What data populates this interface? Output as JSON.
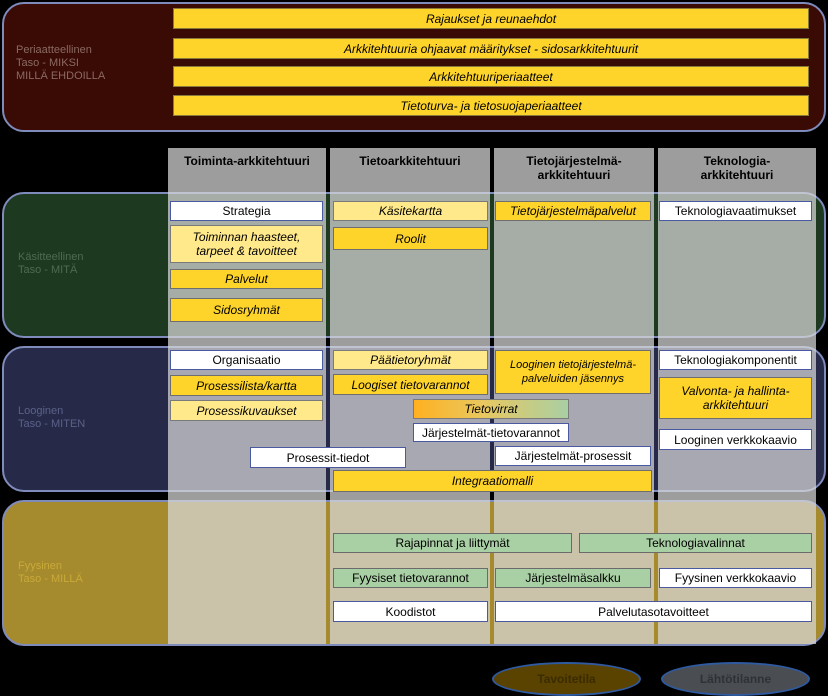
{
  "top_band": {
    "label": [
      "Periaatteellinen",
      "Taso - MIKSI",
      "MILLÄ EHDOILLA"
    ],
    "bars": [
      "Rajaukset ja reunaehdot",
      "Arkkitehtuuria ohjaavat määritykset - sidosarkkitehtuurit",
      "Arkkitehtuuriperiaatteet",
      "Tietoturva- ja tietosuojaperiaatteet"
    ]
  },
  "columns": [
    "Toiminta-arkkitehtuuri",
    "Tietoarkkitehtuuri",
    "Tietojärjestelmä-\narkkitehtuuri",
    "Teknologia-\narkkitehtuuri"
  ],
  "bands": {
    "conceptual": [
      "Käsitteellinen",
      "Taso - MITÄ"
    ],
    "logical": [
      "Looginen",
      "Taso - MITEN"
    ],
    "physical": [
      "Fyysinen",
      "Taso - MILLÄ"
    ]
  },
  "conceptual": {
    "strategia": "Strategia",
    "haasteet": "Toiminnan haasteet,\ntarpeet & tavoitteet",
    "palvelut": "Palvelut",
    "sidosryhmat": "Sidosryhmät",
    "kasitekartta": "Käsitekartta",
    "roolit": "Roolit",
    "tjpalvelut": "Tietojärjestelmäpalvelut",
    "teknovaatimukset": "Teknologiavaatimukset"
  },
  "logical": {
    "organisaatio": "Organisaatio",
    "prosessilista": "Prosessilista/kartta",
    "prosessikuvaukset": "Prosessikuvaukset",
    "paatietoryhmat": "Päätietoryhmät",
    "loogiset_tv": "Loogiset tietovarannot",
    "tietovirrat": "Tietovirrat",
    "jarj_tv": "Järjestelmät-tietovarannot",
    "prosessit_tiedot": "Prosessit-tiedot",
    "tj_jasennys": "Looginen tietojärjestelmä-\npalveluiden jäsennys",
    "jarj_prosessit": "Järjestelmät-prosessit",
    "integraatiomalli": "Integraatiomalli",
    "teknokomponentit": "Teknologiakomponentit",
    "valvonta": "Valvonta- ja hallinta-\narkkitehtuuri",
    "looginen_verkko": "Looginen verkkokaavio"
  },
  "physical": {
    "rajapinnat": "Rajapinnat ja liittymät",
    "teknovalinnat": "Teknologiavalinnat",
    "fyysiset_tv": "Fyysiset tietovarannot",
    "jarjestelmasalkku": "Järjestelmäsalkku",
    "fyysinen_verkko": "Fyysinen verkkokaavio",
    "koodistot": "Koodistot",
    "palvelutaso": "Palvelutasotavoitteet"
  },
  "legend": {
    "tavoitetila": "Tavoitetila",
    "lahtotilanne": "Lähtötilanne"
  },
  "colors": {
    "yellow": "#ffd42a",
    "light_yellow": "#ffe98a",
    "green": "#a9cfa4",
    "band_border": "#7f8bbb",
    "top_band_bg": "#3a0a05",
    "conceptual_bg": "#1d3a20",
    "logical_bg": "#262a48",
    "physical_bg": "#a58a2e"
  }
}
